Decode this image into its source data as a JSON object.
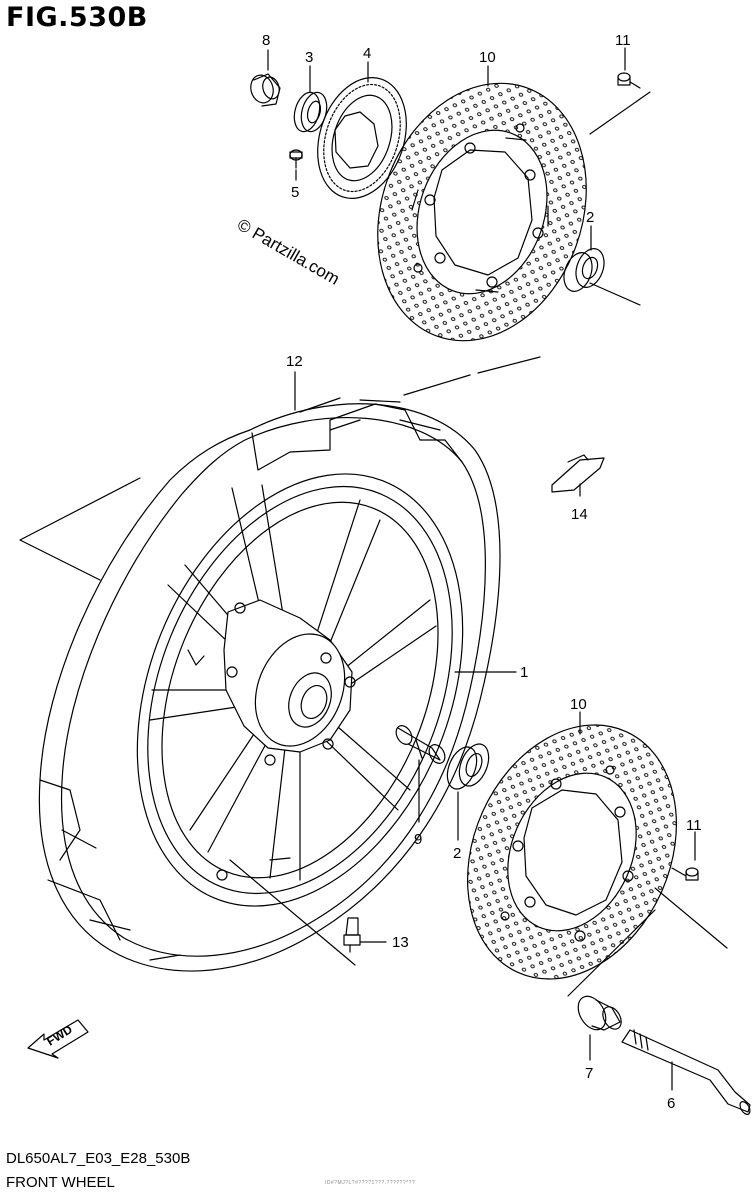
{
  "figure": {
    "title": "FIG.530B",
    "model_code": "DL650AL7_E03_E28_530B",
    "section_name": "FRONT WHEEL",
    "watermark": "© Partzilla.com",
    "fwd_label": "FWD",
    "fine_print": "ID#?MJ?L?#????1???.??????*??"
  },
  "callouts": {
    "c1": "1",
    "c2_top": "2",
    "c2_bottom": "2",
    "c3": "3",
    "c4": "4",
    "c5": "5",
    "c6": "6",
    "c7": "7",
    "c8": "8",
    "c9": "9",
    "c10_top": "10",
    "c10_bottom": "10",
    "c11_top": "11",
    "c11_bottom": "11",
    "c12": "12",
    "c13": "13",
    "c14": "14"
  },
  "colors": {
    "ink": "#000000",
    "paper": "#ffffff"
  }
}
